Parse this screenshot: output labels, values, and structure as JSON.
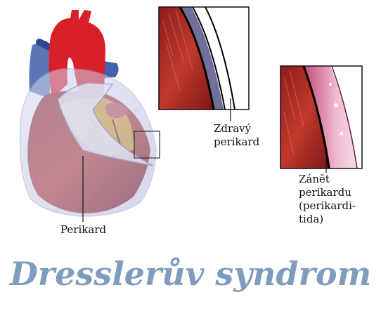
{
  "labels": {
    "pericardium": "Perikard",
    "healthy_line1": "Zdravý",
    "healthy_line2": "perikard",
    "inflamed_line1": "Zánět",
    "inflamed_line2": "perikardu",
    "inflamed_line3": "(perikardi-",
    "inflamed_line4": "tida)"
  },
  "title": "Dresslerův syndrom",
  "colors": {
    "title": "#7f9cbd",
    "aorta": "#d9202a",
    "vena_cava": "#3f5fa8",
    "myocardium": "#b02a26",
    "pericardial_sac": "#c9cbe6",
    "inflamed_pericardium": "#e8a8c6"
  }
}
